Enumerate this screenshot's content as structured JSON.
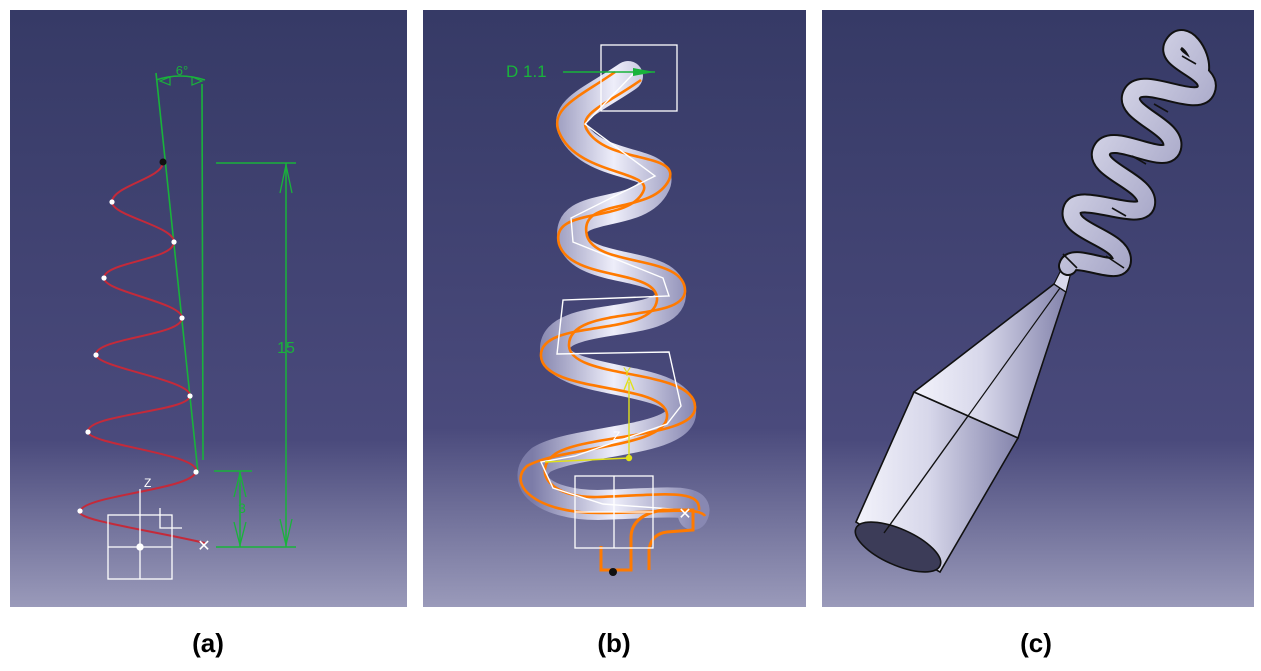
{
  "panels": [
    {
      "id": "a",
      "caption": "(a)",
      "annotations": {
        "angle": "6°",
        "height": "15",
        "pitch": "3",
        "axis_z": "Z"
      }
    },
    {
      "id": "b",
      "caption": "(b)",
      "annotations": {
        "dimension": "D 1.1",
        "axis_z": "Z",
        "axis_y": "Y"
      }
    },
    {
      "id": "c",
      "caption": "(c)"
    }
  ],
  "colors": {
    "background_top": "#373a68",
    "background_bottom": "#8f8fb3",
    "helix_curve": "#c42a3a",
    "dimension_green": "#19b33b",
    "highlight_orange": "#ff7a00",
    "axis_yellow": "#e1e11a",
    "tube_light": "#d9d9ec"
  }
}
